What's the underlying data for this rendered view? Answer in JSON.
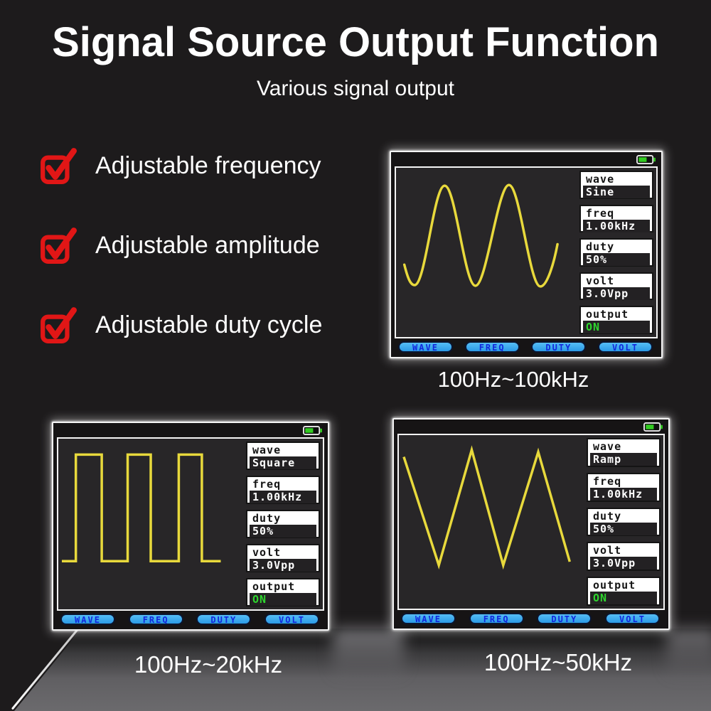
{
  "header": {
    "title": "Signal Source Output Function",
    "subtitle": "Various signal output"
  },
  "features": [
    {
      "label": "Adjustable frequency"
    },
    {
      "label": "Adjustable amplitude"
    },
    {
      "label": "Adjustable duty cycle"
    }
  ],
  "screens": [
    {
      "wave_type": "Sine",
      "caption": "100Hz~100kHz",
      "panels": [
        {
          "label": "wave",
          "value": "Sine"
        },
        {
          "label": "freq",
          "value": "1.00kHz"
        },
        {
          "label": "duty",
          "value": "50%"
        },
        {
          "label": "volt",
          "value": "3.0Vpp"
        },
        {
          "label": "output",
          "value": "ON"
        }
      ],
      "buttons": [
        "WAVE",
        "FREQ",
        "DUTY",
        "VOLT"
      ]
    },
    {
      "wave_type": "Square",
      "caption": "100Hz~20kHz",
      "panels": [
        {
          "label": "wave",
          "value": "Square"
        },
        {
          "label": "freq",
          "value": "1.00kHz"
        },
        {
          "label": "duty",
          "value": "50%"
        },
        {
          "label": "volt",
          "value": "3.0Vpp"
        },
        {
          "label": "output",
          "value": "ON"
        }
      ],
      "buttons": [
        "WAVE",
        "FREQ",
        "DUTY",
        "VOLT"
      ]
    },
    {
      "wave_type": "Ramp",
      "caption": "100Hz~50kHz",
      "panels": [
        {
          "label": "wave",
          "value": "Ramp"
        },
        {
          "label": "freq",
          "value": "1.00kHz"
        },
        {
          "label": "duty",
          "value": "50%"
        },
        {
          "label": "volt",
          "value": "3.0Vpp"
        },
        {
          "label": "output",
          "value": "ON"
        }
      ],
      "buttons": [
        "WAVE",
        "FREQ",
        "DUTY",
        "VOLT"
      ]
    }
  ],
  "colors": {
    "background": "#1d1b1c",
    "accent_red": "#e11616",
    "wave_yellow": "#e8d93c",
    "button_blue": "#2fa5ee",
    "button_text_blue": "#1226dd",
    "on_green": "#2ed52e",
    "floor_gray": "#636265",
    "battery_green": "#33cc22"
  }
}
